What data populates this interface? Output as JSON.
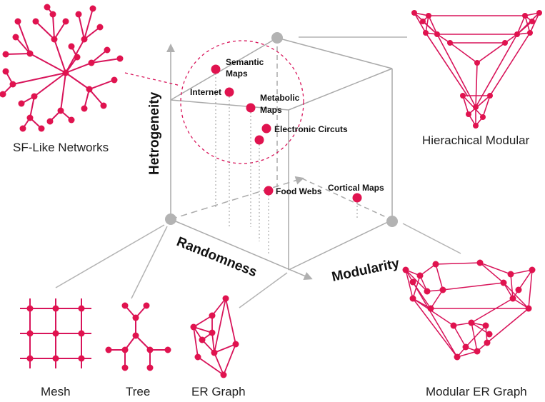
{
  "colors": {
    "node": "#e0134f",
    "edge": "#d8145a",
    "cube": "#aaaaaa",
    "corner": "#b3b3b3",
    "label": "#111111"
  },
  "axes": {
    "y_label": "Hetrogeneity",
    "x_label": "Randomness",
    "z_label": "Modularity"
  },
  "points": [
    {
      "label": "Semantic\nMaps"
    },
    {
      "label": "Internet"
    },
    {
      "label": "Metabolic\nMaps"
    },
    {
      "label": "Electronic Circuts"
    },
    {
      "label": ""
    },
    {
      "label": "Food Webs"
    },
    {
      "label": "Cortical Maps"
    }
  ],
  "examples": {
    "sf": "SF-Like Networks",
    "hier": "Hierachical Modular",
    "mesh": "Mesh",
    "tree": "Tree",
    "er": "ER Graph",
    "mer": "Modular ER Graph"
  }
}
